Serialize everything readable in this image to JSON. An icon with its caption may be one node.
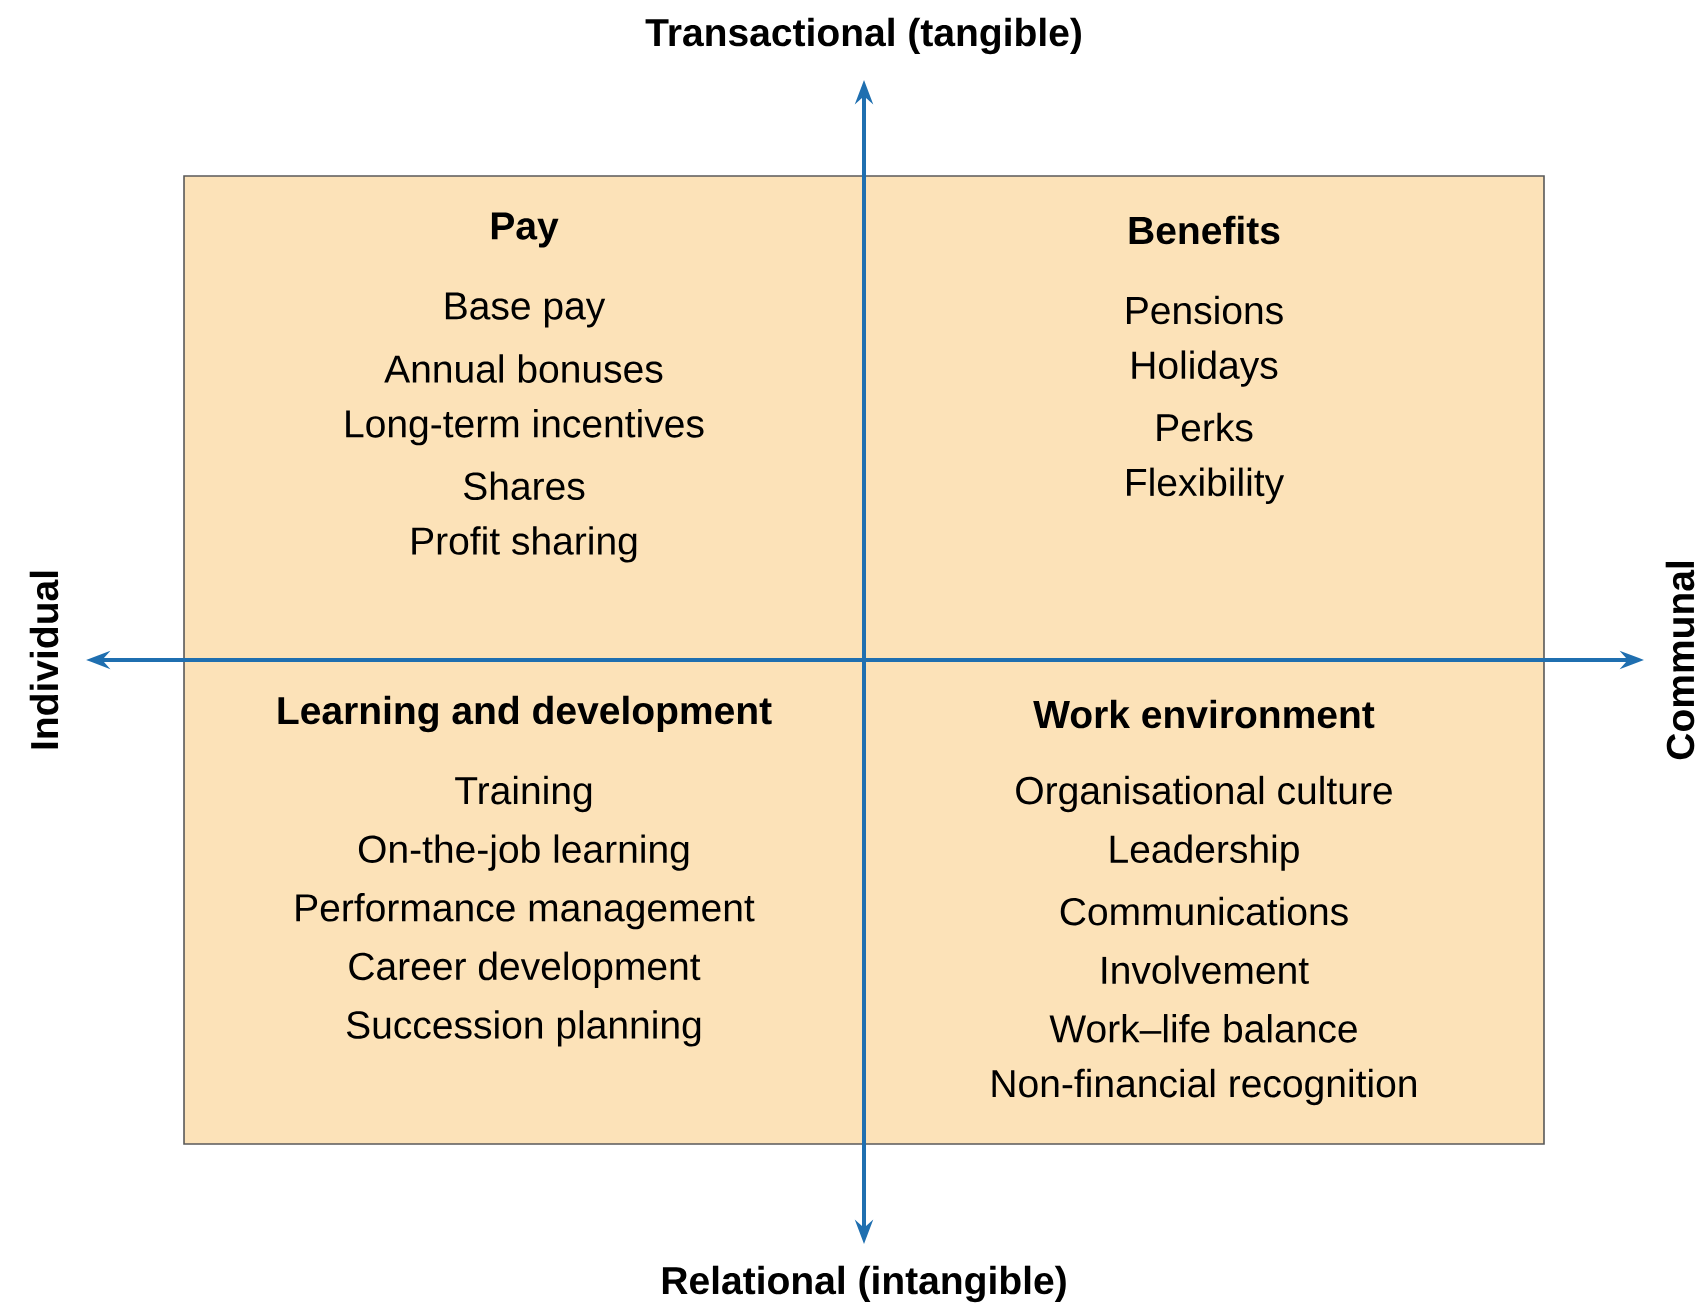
{
  "diagram": {
    "nodes": [
      {
        "text": [
          "Pay",
          "Base pay",
          "Annual bonuses",
          "Long-term incentives",
          "Shares",
          "Profit sharing"
        ]
      },
      {
        "text": [
          "Benefits",
          "Pensions",
          "Holidays",
          "Perks",
          "Flexibility"
        ]
      },
      {
        "text": [
          "Learning and development",
          "Training",
          "On-the-job learning",
          "Performance management",
          "Career development",
          "Succession planning"
        ]
      },
      {
        "text": [
          "Work environment",
          "Organisational culture",
          "Leadership",
          "Communications",
          "Involvement",
          "Work–life balance",
          "Non-financial recognition"
        ]
      }
    ],
    "labels": [
      "Transactional (tangible)",
      "Individual",
      "Communal",
      "Relational (intangible)"
    ]
  }
}
